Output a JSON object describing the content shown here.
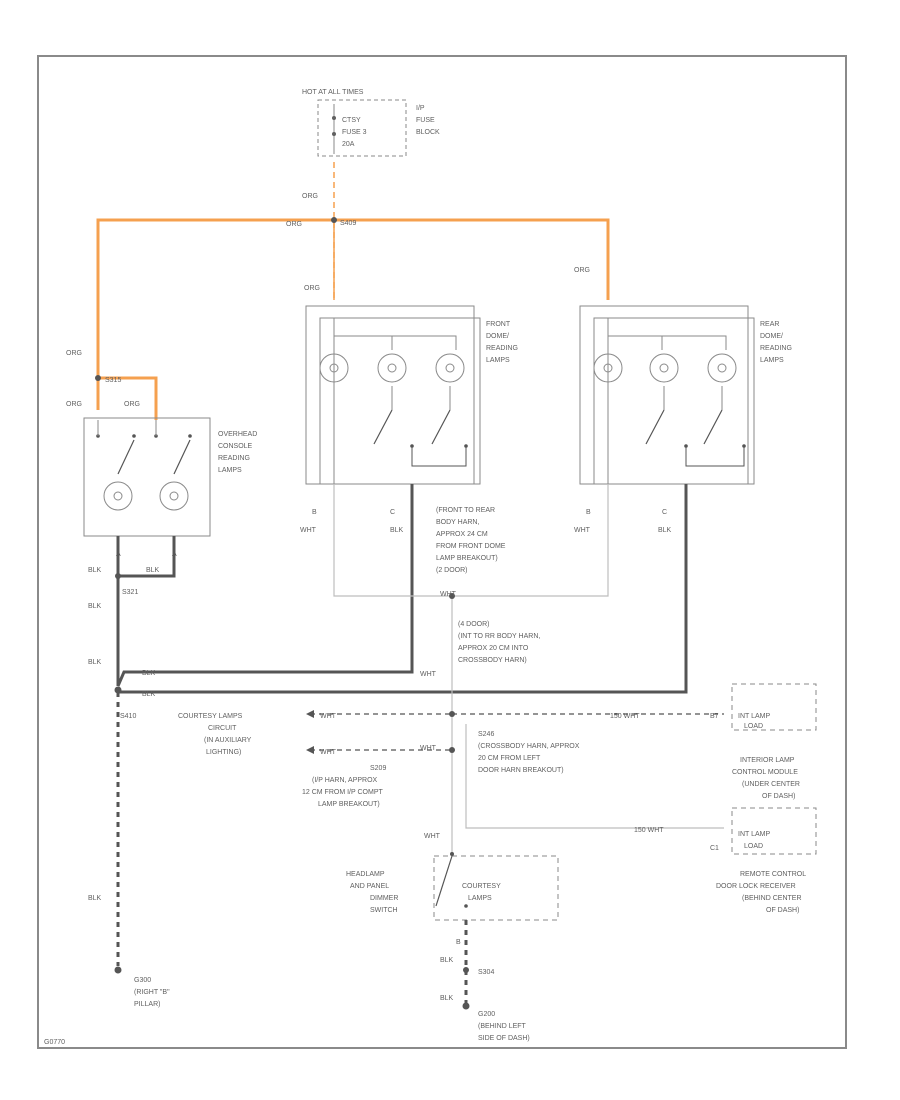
{
  "colors": {
    "wire_orange": "#F5A04F",
    "wire_black": "#555555",
    "wire_white": "#BDBDBD",
    "frame": "#8A8A8A",
    "text": "#606060"
  },
  "fuse_block": {
    "hot_line": "HOT AT ALL TIMES",
    "fuse_lines": [
      "CTSY",
      "FUSE 3",
      "20A"
    ],
    "block_lines": [
      "I/P",
      "FUSE",
      "BLOCK"
    ]
  },
  "wires": {
    "org_fuse": "ORG",
    "org_bus_left": "ORG",
    "splice_top": "S409",
    "org_left": "ORG",
    "org_front": "ORG",
    "org_rear": "ORG",
    "org_overhead_a": "ORG",
    "org_overhead_b": "ORG",
    "splice_overhead": "S315",
    "front_b_wht": "WHT",
    "front_c_blk": "BLK",
    "rear_b_wht": "WHT",
    "rear_c_blk": "BLK",
    "ov_blk_a": "BLK",
    "ov_blk_b": "BLK",
    "ov_blk_c": "BLK",
    "ov_blk_d": "BLK",
    "splice_s321": "S321",
    "blk_center": "BLK",
    "blk_center2": "BLK",
    "wht_mid": "WHT",
    "splice_s410": "S410",
    "wht_courtesy1": "WHT",
    "wht_courtesy2": "WHT",
    "wht_ilm": "WHT",
    "wht_right": "WHT",
    "wht_sw": "WHT",
    "ilm_wire": "150  WHT",
    "rc_wire": "150  WHT",
    "blk_ground_left": "BLK",
    "blk_dimmer": "BLK",
    "blk_dimmer2": "BLK",
    "splice_s304": "S304"
  },
  "pins": {
    "front_b": "B",
    "front_c": "C",
    "rear_b": "B",
    "rear_c": "C",
    "ov_a1": "A",
    "ov_a2": "A",
    "ilm_b": "B7",
    "rc_c": "C1",
    "dimmer_b": "B"
  },
  "components": {
    "overhead": [
      "OVERHEAD",
      "CONSOLE",
      "READING",
      "LAMPS"
    ],
    "front_dome": [
      "FRONT",
      "DOME/",
      "READING",
      "LAMPS"
    ],
    "rear_dome": [
      "REAR",
      "DOME/",
      "READING",
      "LAMPS"
    ],
    "courtesy_lamps": [
      "COURTESY",
      "LAMPS"
    ],
    "headlamp_switch": [
      "HEADLAMP",
      "AND PANEL",
      "DIMMER",
      "SWITCH"
    ],
    "ilm_box": [
      "INT LAMP",
      "LOAD"
    ],
    "rc_box": [
      "INT LAMP",
      "LOAD"
    ]
  },
  "notes": {
    "body_harness": [
      "(FRONT TO REAR",
      "BODY HARN,",
      "APPROX 24 CM",
      "FROM FRONT DOME",
      "LAMP BREAKOUT)",
      "(2 DOOR)"
    ],
    "four_door": [
      "(4 DOOR)",
      "(INT TO RR BODY HARN,",
      "APPROX 20 CM INTO",
      "CROSSBODY HARN)"
    ],
    "courtesy_circuit": [
      "COURTESY LAMPS",
      "CIRCUIT",
      "(IN AUXILIARY",
      "LIGHTING)"
    ],
    "s246": [
      "S246",
      "(CROSSBODY HARN, APPROX",
      "20 CM FROM LEFT",
      "DOOR HARN BREAKOUT)"
    ],
    "s209": [
      "S209",
      "(I/P HARN, APPROX",
      "12 CM FROM I/P COMPT",
      "LAMP BREAKOUT)"
    ],
    "ilm": [
      "INTERIOR LAMP",
      "CONTROL MODULE",
      "(UNDER CENTER",
      "OF DASH)"
    ],
    "remote": [
      "REMOTE CONTROL",
      "DOOR LOCK RECEIVER",
      "(BEHIND CENTER",
      "OF DASH)"
    ],
    "g300": [
      "G300",
      "(RIGHT \"B\"",
      "PILLAR)"
    ],
    "g200": [
      "G200",
      "(BEHIND LEFT",
      "SIDE OF DASH)"
    ]
  },
  "footer": {
    "code": "G0770"
  }
}
